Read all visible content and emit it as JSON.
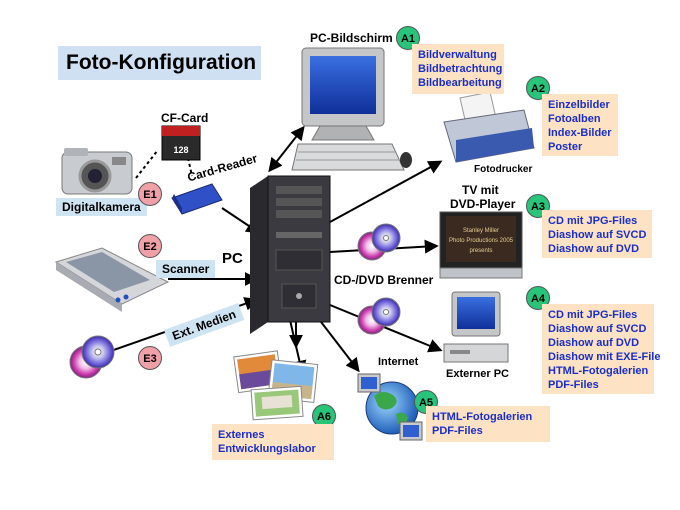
{
  "title": "Foto-Konfiguration",
  "center": {
    "pc": "PC",
    "burner": "CD-/DVD Brenner",
    "internet": "Internet"
  },
  "inputs": {
    "camera": {
      "label": "Digitalkamera",
      "badge": "E1"
    },
    "cf_card": {
      "label": "CF-Card",
      "card_text": "128"
    },
    "card_reader": {
      "label": "Card-Reader"
    },
    "scanner": {
      "label": "Scanner",
      "badge": "E2"
    },
    "media": {
      "label": "Ext. Medien",
      "badge": "E3"
    }
  },
  "outputs": {
    "monitor": {
      "label": "PC-Bildschirm",
      "badge": "A1",
      "items": [
        "Bildverwaltung",
        "Bildbetrachtung",
        "Bildbearbeitung"
      ]
    },
    "printer": {
      "label": "Fotodrucker",
      "badge": "A2",
      "items": [
        "Einzelbilder",
        "Fotoalben",
        "Index-Bilder",
        "Poster"
      ]
    },
    "tv": {
      "label_line1": "TV  mit",
      "label_line2": "DVD-Player",
      "badge": "A3",
      "screen_text": [
        "Stanley Miller",
        "Photo Productions 2005",
        "presents"
      ],
      "items": [
        "CD mit JPG-Files",
        "Diashow auf SVCD",
        "Diashow auf DVD"
      ]
    },
    "external_pc": {
      "label": "Externer PC",
      "badge": "A4",
      "items": [
        "CD mit JPG-Files",
        "Diashow auf SVCD",
        "Diashow auf DVD",
        "Diashow mit EXE-File",
        "HTML-Fotogalerien",
        "PDF-Files"
      ]
    },
    "internet": {
      "badge": "A5",
      "items": [
        "HTML-Fotogalerien",
        "PDF-Files"
      ]
    },
    "lab": {
      "badge": "A6",
      "items": [
        "Externes",
        "Entwicklungslabor"
      ]
    }
  },
  "colors": {
    "badge_green": "#27c47a",
    "badge_red": "#f2a0a8",
    "info_bg": "#fde3c4",
    "info_text": "#1a2ec8",
    "tag_bg": "#cfe4f3"
  }
}
